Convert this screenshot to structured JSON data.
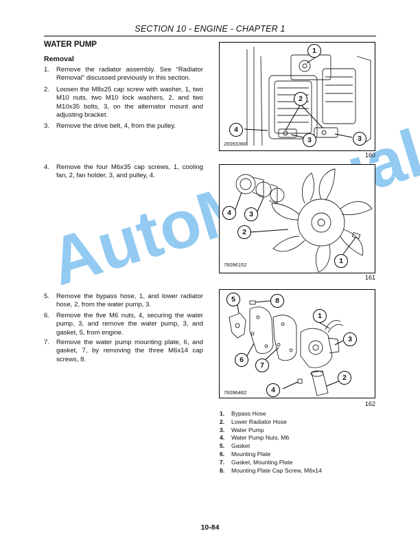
{
  "header": {
    "title": "SECTION 10 - ENGINE - CHAPTER 1"
  },
  "section_title": "WATER PUMP",
  "subsection_title": "Removal",
  "steps": [
    {
      "num": "1.",
      "text": "Remove the radiator assembly. See “Radiator Removal” discussed previously in this section."
    },
    {
      "num": "2.",
      "text": "Loosen the M8x25 cap screw with washer, 1, two M10 nuts, two M10 lock washers, 2, and two M10x35 bolts, 3, on the alternator mount and adjusting bracket."
    },
    {
      "num": "3.",
      "text": "Remove the drive belt, 4, from the pulley."
    },
    {
      "num": "4.",
      "text": "Remove the four M6x35 cap screws, 1, cooling fan, 2, fan holder, 3, and pulley, 4."
    },
    {
      "num": "5.",
      "text": "Remove the bypass hose, 1, and lower radiator hose, 2, from the water pump, 3."
    },
    {
      "num": "6.",
      "text": "Remove the five M6 nuts, 4, securing the water pump, 3, and remove the water pump, 3, and gasket, 5, from engine."
    },
    {
      "num": "7.",
      "text": "Remove the water pump mounting plate, 6, and gasket, 7, by removing the three M6x14 cap screws, 8."
    }
  ],
  "figures": [
    {
      "id": "20093360",
      "number": "160",
      "callouts": [
        "1",
        "2",
        "3",
        "3",
        "4"
      ]
    },
    {
      "id": "76096152",
      "number": "161",
      "callouts": [
        "4",
        "3",
        "2",
        "1"
      ]
    },
    {
      "id": "76096482",
      "number": "162",
      "callouts": [
        "5",
        "8",
        "1",
        "3",
        "6",
        "7",
        "2",
        "4"
      ]
    }
  ],
  "legend": [
    {
      "num": "1.",
      "text": "Bypass Hose"
    },
    {
      "num": "2.",
      "text": "Lower Radiator Hose"
    },
    {
      "num": "3.",
      "text": "Water Pump"
    },
    {
      "num": "4.",
      "text": "Water Pump Nuts, M6"
    },
    {
      "num": "5.",
      "text": "Gasket"
    },
    {
      "num": "6.",
      "text": "Mounting Plate"
    },
    {
      "num": "7.",
      "text": "Gasket, Mounting Plate"
    },
    {
      "num": "8.",
      "text": "Mounting Plate Cap Screw, M6x14"
    }
  ],
  "page_number": "10-84",
  "watermark": "AutoManual",
  "colors": {
    "watermark": "#3aa0e6",
    "text": "#111111",
    "rule": "#000000"
  }
}
